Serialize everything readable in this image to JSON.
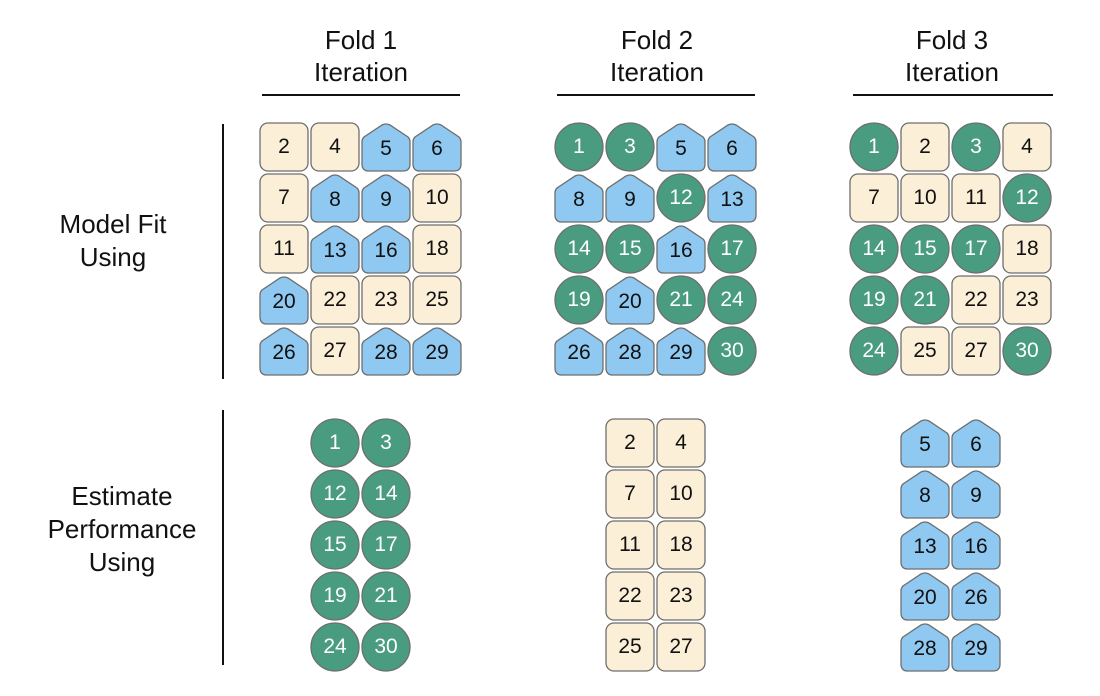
{
  "colors": {
    "circle_fill": "#4a9c81",
    "square_fill": "#fbefd7",
    "pentagon_fill": "#8fc8f0",
    "stroke": "#6e6e6e"
  },
  "row_labels": {
    "fit": [
      "Model Fit",
      "Using"
    ],
    "estimate": [
      "Estimate",
      "Performance",
      "Using"
    ]
  },
  "folds": [
    {
      "title": [
        "Fold 1",
        "Iteration"
      ],
      "fit": [
        [
          "2",
          "square"
        ],
        [
          "4",
          "square"
        ],
        [
          "5",
          "pentagon"
        ],
        [
          "6",
          "pentagon"
        ],
        [
          "7",
          "square"
        ],
        [
          "8",
          "pentagon"
        ],
        [
          "9",
          "pentagon"
        ],
        [
          "10",
          "square"
        ],
        [
          "11",
          "square"
        ],
        [
          "13",
          "pentagon"
        ],
        [
          "16",
          "pentagon"
        ],
        [
          "18",
          "square"
        ],
        [
          "20",
          "pentagon"
        ],
        [
          "22",
          "square"
        ],
        [
          "23",
          "square"
        ],
        [
          "25",
          "square"
        ],
        [
          "26",
          "pentagon"
        ],
        [
          "27",
          "square"
        ],
        [
          "28",
          "pentagon"
        ],
        [
          "29",
          "pentagon"
        ]
      ],
      "estimate": [
        [
          "1",
          "circle"
        ],
        [
          "3",
          "circle"
        ],
        [
          "12",
          "circle"
        ],
        [
          "14",
          "circle"
        ],
        [
          "15",
          "circle"
        ],
        [
          "17",
          "circle"
        ],
        [
          "19",
          "circle"
        ],
        [
          "21",
          "circle"
        ],
        [
          "24",
          "circle"
        ],
        [
          "30",
          "circle"
        ]
      ]
    },
    {
      "title": [
        "Fold 2",
        "Iteration"
      ],
      "fit": [
        [
          "1",
          "circle"
        ],
        [
          "3",
          "circle"
        ],
        [
          "5",
          "pentagon"
        ],
        [
          "6",
          "pentagon"
        ],
        [
          "8",
          "pentagon"
        ],
        [
          "9",
          "pentagon"
        ],
        [
          "12",
          "circle"
        ],
        [
          "13",
          "pentagon"
        ],
        [
          "14",
          "circle"
        ],
        [
          "15",
          "circle"
        ],
        [
          "16",
          "pentagon"
        ],
        [
          "17",
          "circle"
        ],
        [
          "19",
          "circle"
        ],
        [
          "20",
          "pentagon"
        ],
        [
          "21",
          "circle"
        ],
        [
          "24",
          "circle"
        ],
        [
          "26",
          "pentagon"
        ],
        [
          "28",
          "pentagon"
        ],
        [
          "29",
          "pentagon"
        ],
        [
          "30",
          "circle"
        ]
      ],
      "estimate": [
        [
          "2",
          "square"
        ],
        [
          "4",
          "square"
        ],
        [
          "7",
          "square"
        ],
        [
          "10",
          "square"
        ],
        [
          "11",
          "square"
        ],
        [
          "18",
          "square"
        ],
        [
          "22",
          "square"
        ],
        [
          "23",
          "square"
        ],
        [
          "25",
          "square"
        ],
        [
          "27",
          "square"
        ]
      ]
    },
    {
      "title": [
        "Fold 3",
        "Iteration"
      ],
      "fit": [
        [
          "1",
          "circle"
        ],
        [
          "2",
          "square"
        ],
        [
          "3",
          "circle"
        ],
        [
          "4",
          "square"
        ],
        [
          "7",
          "square"
        ],
        [
          "10",
          "square"
        ],
        [
          "11",
          "square"
        ],
        [
          "12",
          "circle"
        ],
        [
          "14",
          "circle"
        ],
        [
          "15",
          "circle"
        ],
        [
          "17",
          "circle"
        ],
        [
          "18",
          "square"
        ],
        [
          "19",
          "circle"
        ],
        [
          "21",
          "circle"
        ],
        [
          "22",
          "square"
        ],
        [
          "23",
          "square"
        ],
        [
          "24",
          "circle"
        ],
        [
          "25",
          "square"
        ],
        [
          "27",
          "square"
        ],
        [
          "30",
          "circle"
        ]
      ],
      "estimate": [
        [
          "5",
          "pentagon"
        ],
        [
          "6",
          "pentagon"
        ],
        [
          "8",
          "pentagon"
        ],
        [
          "9",
          "pentagon"
        ],
        [
          "13",
          "pentagon"
        ],
        [
          "16",
          "pentagon"
        ],
        [
          "20",
          "pentagon"
        ],
        [
          "26",
          "pentagon"
        ],
        [
          "28",
          "pentagon"
        ],
        [
          "29",
          "pentagon"
        ]
      ]
    }
  ]
}
